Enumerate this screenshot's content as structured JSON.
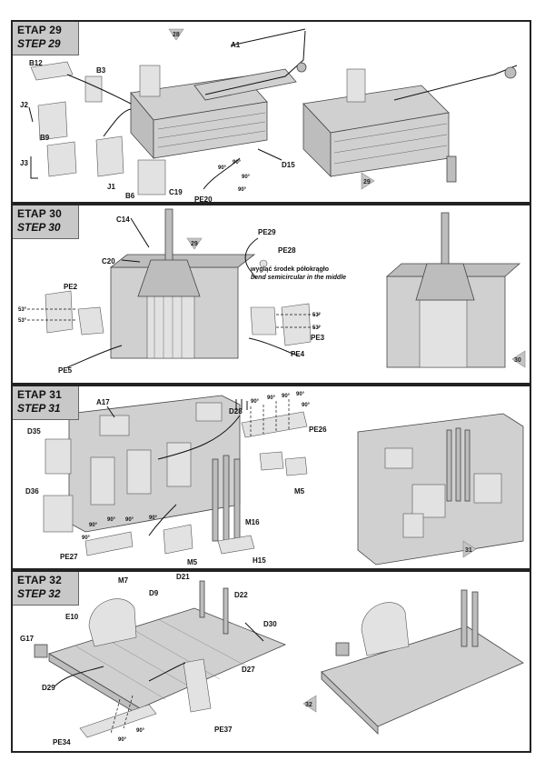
{
  "steps": [
    {
      "etap": "ETAP 29",
      "step": "STEP 29",
      "ref_number": "28",
      "result_number": "29",
      "labels": [
        "A1",
        "B12",
        "B3",
        "J2",
        "B9",
        "J3",
        "J1",
        "B6",
        "C19",
        "PE20",
        "D15"
      ],
      "angles": [
        "90°",
        "90°",
        "90°",
        "90°"
      ]
    },
    {
      "etap": "ETAP 30",
      "step": "STEP 30",
      "ref_number": "29",
      "result_number": "30",
      "labels": [
        "C14",
        "C20",
        "PE29",
        "PE28",
        "PE2",
        "PE3",
        "PE4",
        "PE5"
      ],
      "angles": [
        "53°",
        "53°",
        "53°",
        "53°"
      ],
      "note_pl": "wygiąć środek półokrągło",
      "note_en": "bend semicircular in the middle"
    },
    {
      "etap": "ETAP 31",
      "step": "STEP 31",
      "result_number": "31",
      "labels": [
        "A17",
        "D28",
        "PE26",
        "D35",
        "D36",
        "M5",
        "M16",
        "M5",
        "PE27",
        "H15"
      ],
      "angles": [
        "90°",
        "90°",
        "90°",
        "90°",
        "90°",
        "90°",
        "90°",
        "90°",
        "90°",
        "90°"
      ]
    },
    {
      "etap": "ETAP 32",
      "step": "STEP 32",
      "result_number": "32",
      "labels": [
        "M7",
        "D21",
        "D9",
        "D22",
        "E10",
        "D30",
        "G17",
        "D27",
        "D29",
        "PE37",
        "PE34"
      ],
      "angles": [
        "90°",
        "90°"
      ]
    }
  ]
}
